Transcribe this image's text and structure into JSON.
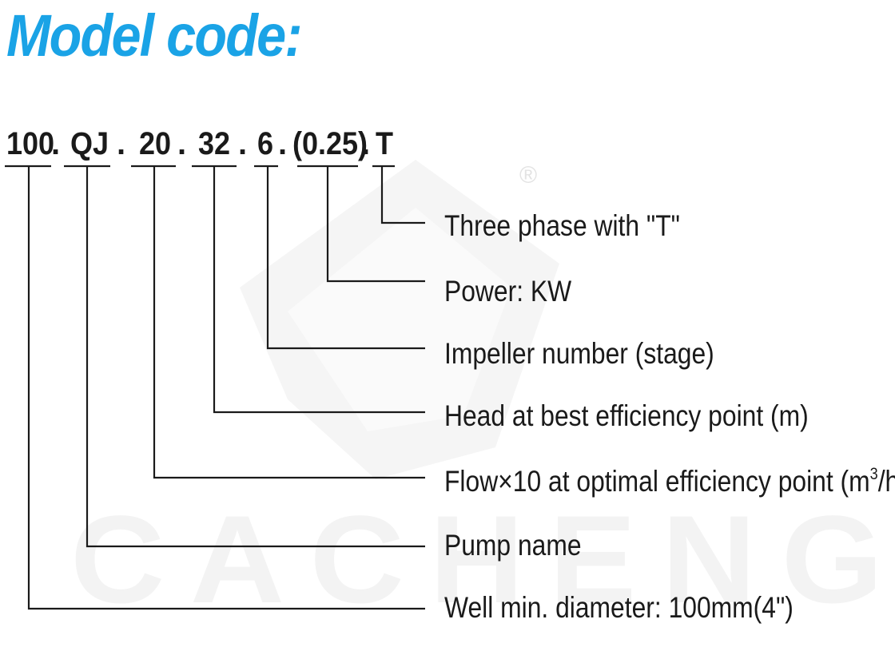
{
  "title": "Model code:",
  "code_segments": [
    "100",
    "QJ",
    "20",
    "32",
    "6",
    "(0.25)",
    "T"
  ],
  "separator": ".",
  "labels": {
    "phase": "Three phase with \"T\"",
    "power": "Power: KW",
    "impeller": "Impeller number (stage)",
    "head": "Head at best efficiency point (m)",
    "flow_main": "Flow×10 at optimal efficiency point (m",
    "flow_sup": "3",
    "flow_end": "/h)",
    "pump": "Pump name",
    "well": "Well min. diameter: 100mm(4\")"
  },
  "watermark": {
    "text": "CACHENG",
    "registered_mark": "®"
  },
  "colors": {
    "title": "#1aa3e6",
    "text": "#1a1a1a",
    "lines": "#1a1a1a",
    "watermark": "#f3f3f3"
  }
}
